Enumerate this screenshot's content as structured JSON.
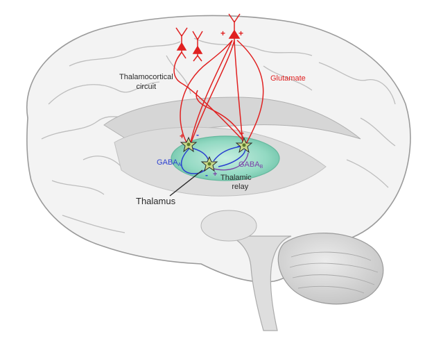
{
  "labels": {
    "thalamocortical_line1": "Thalamocortical",
    "thalamocortical_line2": "circuit",
    "glutamate": "Glutamate",
    "gaba_a_main": "GABA",
    "gaba_a_sub": "A",
    "gaba_b_main": "GABA",
    "gaba_b_sub": "B",
    "thalamic_line1": "Thalamic",
    "thalamic_line2": "relay",
    "thalamus": "Thalamus"
  },
  "signs": {
    "plus": "+",
    "minus": "-"
  },
  "colors": {
    "excitatory": "#e02020",
    "gaba_a": "#2a3fd0",
    "gaba_b": "#7a3fa8",
    "thalamus_fill": "#9fe0cc",
    "neuron_fill": "#c9d98a",
    "neuron_core": "#5a7a2a",
    "brain_outline": "#b8b8b8",
    "brain_fill": "#f2f2f2"
  },
  "icons": [
    "pyramidal-neuron-icon",
    "stellate-neuron-icon"
  ]
}
